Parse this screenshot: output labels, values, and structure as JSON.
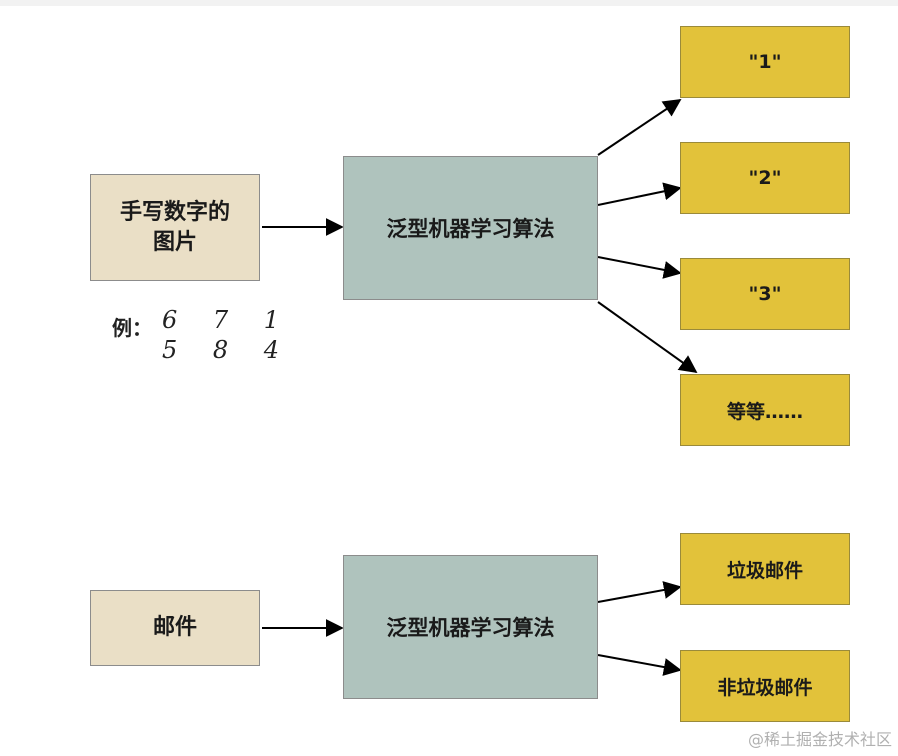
{
  "diagram1": {
    "input": {
      "line1": "手写数字的",
      "line2": "图片"
    },
    "example_label": "例：",
    "example_digits_row1": "6 7 1",
    "example_digits_row2": "5 8 4",
    "algorithm": "泛型机器学习算法",
    "outputs": [
      "\"1\"",
      "\"2\"",
      "\"3\"",
      "等等……"
    ]
  },
  "diagram2": {
    "input": "邮件",
    "algorithm": "泛型机器学习算法",
    "outputs": [
      "垃圾邮件",
      "非垃圾邮件"
    ]
  },
  "watermark": "@稀土掘金技术社区",
  "colors": {
    "input_fill": "#eadfc6",
    "algorithm_fill": "#afc3bd",
    "output_fill": "#e2c23a",
    "arrow": "#000000"
  }
}
